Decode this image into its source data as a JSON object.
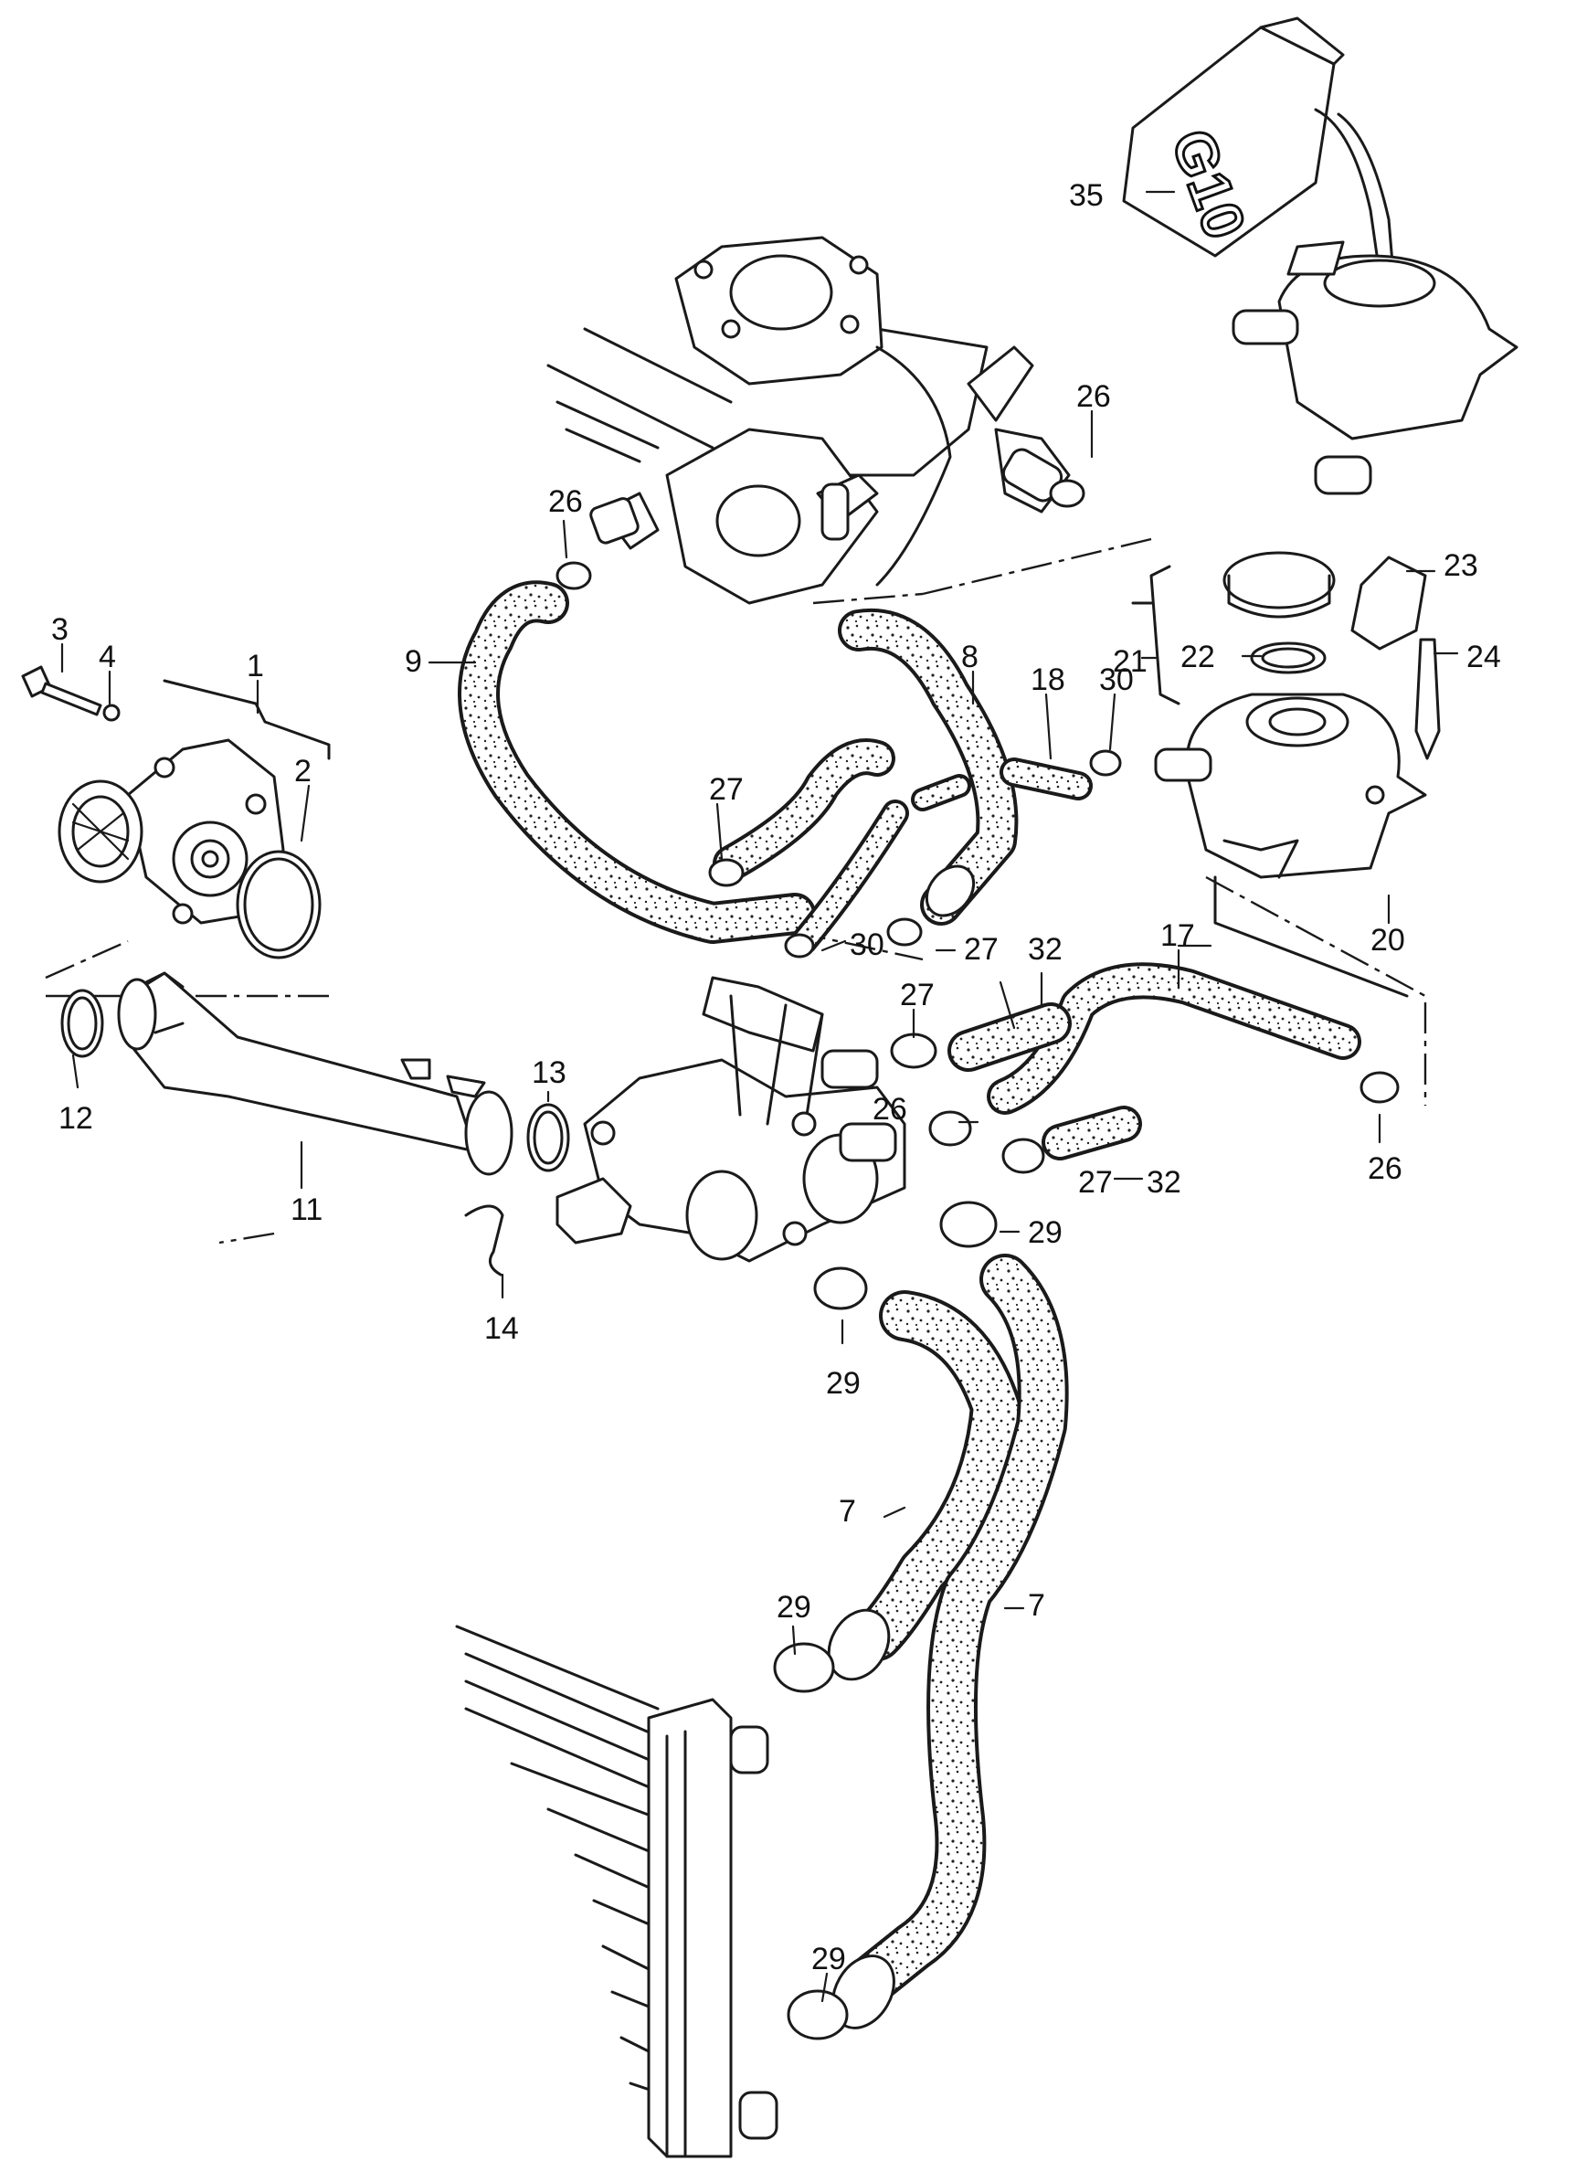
{
  "callouts": {
    "c1": "1",
    "c2": "2",
    "c3": "3",
    "c4": "4",
    "c7a": "7",
    "c7b": "7",
    "c8": "8",
    "c9": "9",
    "c11": "11",
    "c12": "12",
    "c13": "13",
    "c14": "14",
    "c17": "17",
    "c18": "18",
    "c20": "20",
    "c21": "21",
    "c22": "22",
    "c23": "23",
    "c24": "24",
    "c26a": "26",
    "c26b": "26",
    "c26c": "26",
    "c26d": "26",
    "c27a": "27",
    "c27b": "27",
    "c27c": "27",
    "c27d": "27",
    "c29a": "29",
    "c29b": "29",
    "c29c": "29",
    "c29d": "29",
    "c30a": "30",
    "c30b": "30",
    "c32a": "32",
    "c32b": "32",
    "c35": "35"
  },
  "bottle_label": "G10"
}
